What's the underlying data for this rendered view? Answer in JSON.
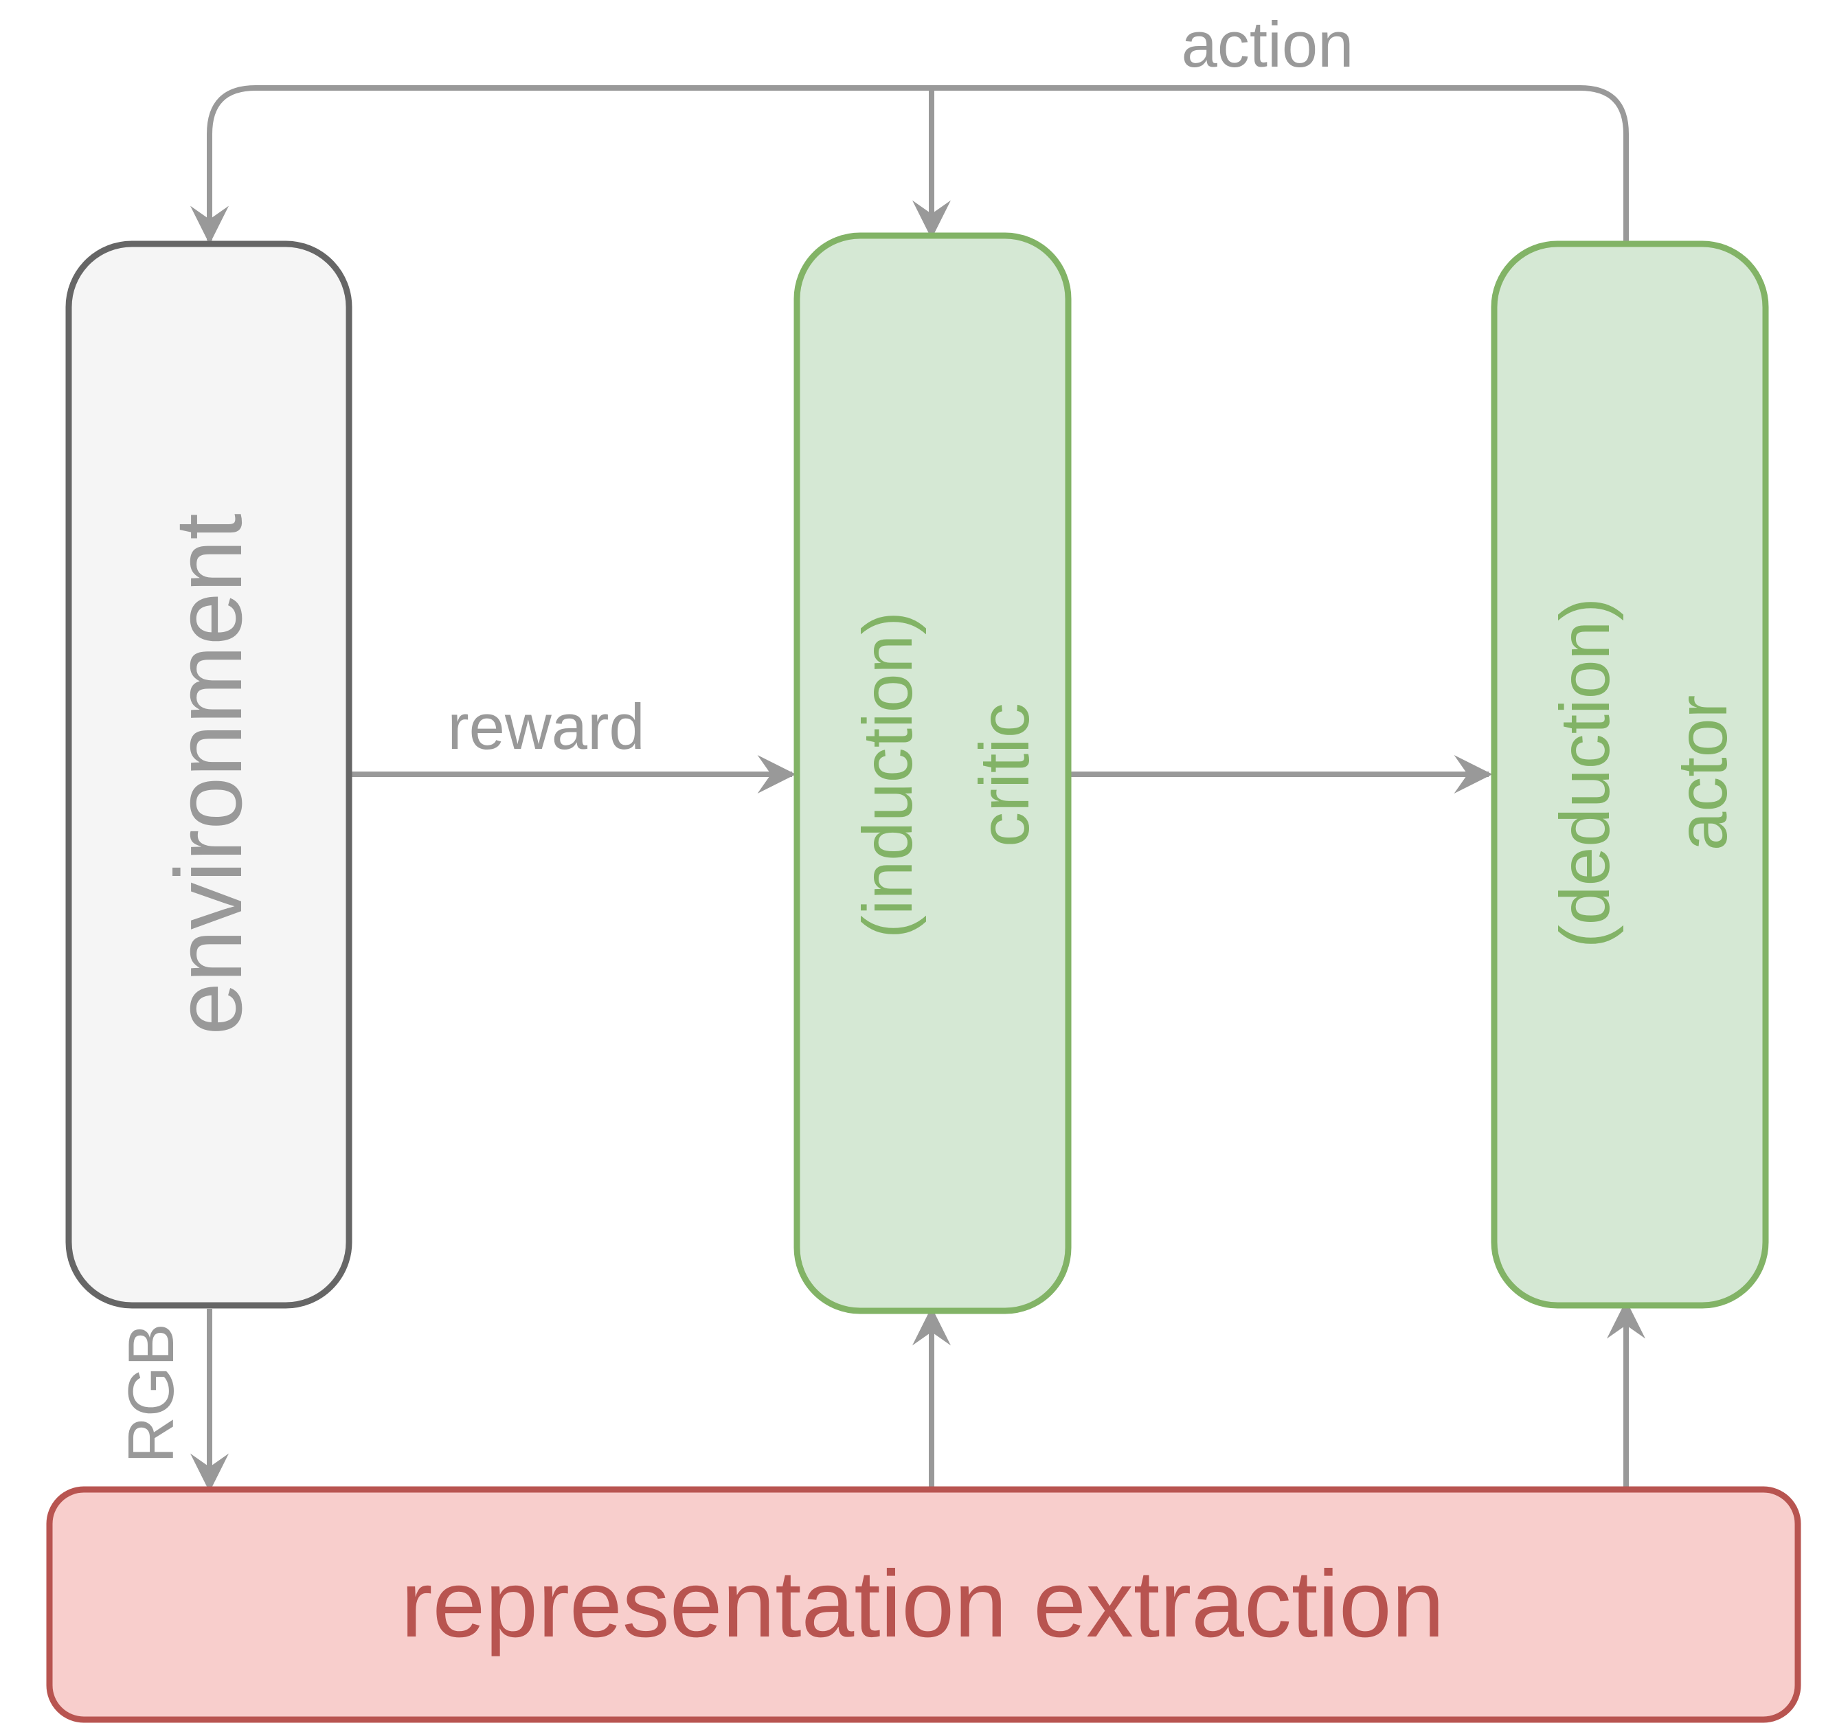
{
  "diagram": {
    "nodes": {
      "environment": {
        "label": "environment"
      },
      "critic": {
        "label_paren": "(induction)",
        "label": "critic"
      },
      "actor": {
        "label_paren": "(deduction)",
        "label": "actor"
      },
      "representation": {
        "label_1": "representation",
        "label_2": "extraction"
      }
    },
    "edges": {
      "action": {
        "label": "action"
      },
      "reward": {
        "label": "reward"
      },
      "rgb": {
        "label": "RGB"
      }
    }
  },
  "colors": {
    "arrow": "#999999",
    "environment_fill": "#f5f5f5",
    "environment_stroke": "#666666",
    "environment_text": "#999999",
    "green_fill": "#d5e8d4",
    "green_stroke": "#82b366",
    "green_text": "#82b366",
    "red_fill": "#f8cecc",
    "red_stroke": "#b85450",
    "red_text": "#b85450"
  }
}
